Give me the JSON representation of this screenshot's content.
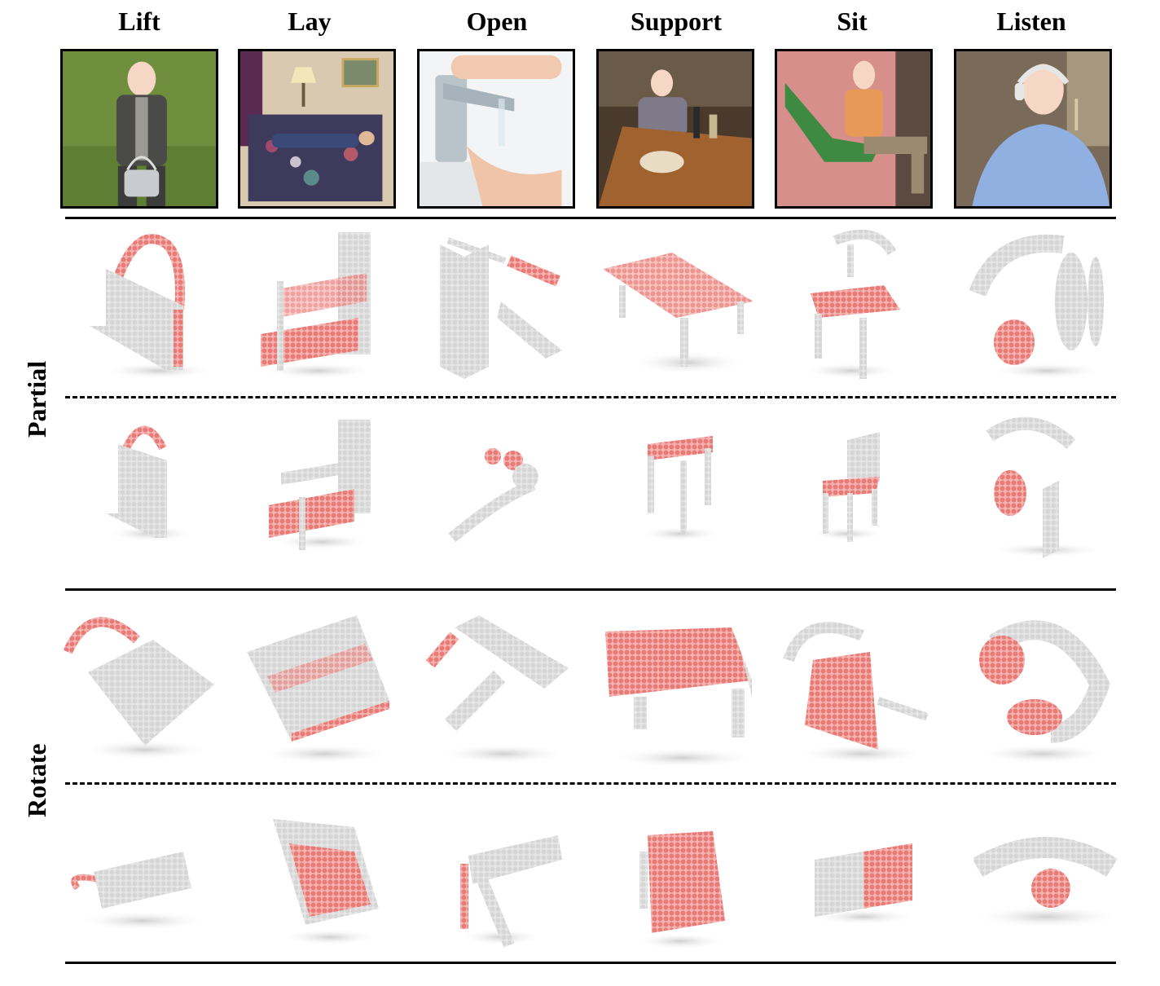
{
  "columns": [
    {
      "label": "Lift",
      "photo_icon": "child-holding-handbag",
      "object": "handbag"
    },
    {
      "label": "Lay",
      "photo_icon": "person-lying-on-bed",
      "object": "bed"
    },
    {
      "label": "Open",
      "photo_icon": "hands-at-faucet",
      "object": "faucet"
    },
    {
      "label": "Support",
      "photo_icon": "woman-at-table",
      "object": "table"
    },
    {
      "label": "Sit",
      "photo_icon": "man-sitting-in-chair",
      "object": "chair"
    },
    {
      "label": "Listen",
      "photo_icon": "man-wearing-headphones",
      "object": "headphones"
    }
  ],
  "rows": [
    {
      "label": "Partial"
    },
    {
      "label": "Rotate"
    }
  ],
  "colors": {
    "point_gray": "#d9d9d9",
    "affordance_red": "#e8413f",
    "affordance_pink": "#f2a2a0",
    "rule": "#000000"
  }
}
